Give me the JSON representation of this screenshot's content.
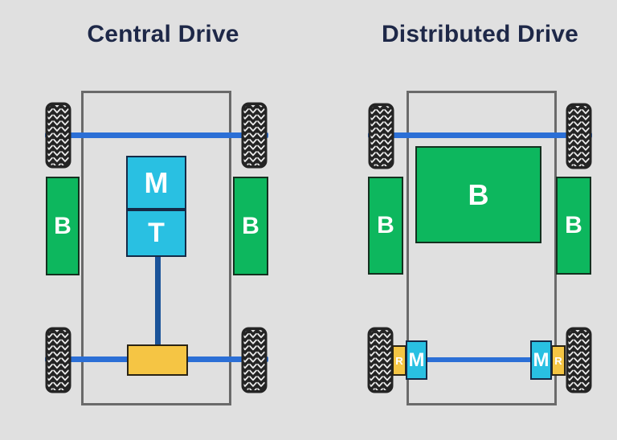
{
  "colors": {
    "background": "#e0e0e0",
    "title_text": "#1e2848",
    "battery_green": "#0db75e",
    "motor_cyan": "#29c0e2",
    "gearbox_yellow": "#f5c544",
    "axle_blue": "#2b6fd6",
    "driveshaft_blue": "#1a5399",
    "chassis_outline_gray": "#6a6a6a",
    "tire_black": "#242424",
    "tire_tread_white": "#f2f2f2",
    "box_label_white": "#ffffff"
  },
  "left_panel": {
    "title": "Central Drive",
    "battery_left_label": "B",
    "battery_right_label": "B",
    "motor_label": "M",
    "transmission_label": "T"
  },
  "right_panel": {
    "title": "Distributed Drive",
    "battery_left_label": "B",
    "battery_center_label": "B",
    "battery_right_label": "B",
    "motor_left_label": "M",
    "motor_right_label": "M",
    "reducer_left_label": "R",
    "reducer_right_label": "R"
  }
}
